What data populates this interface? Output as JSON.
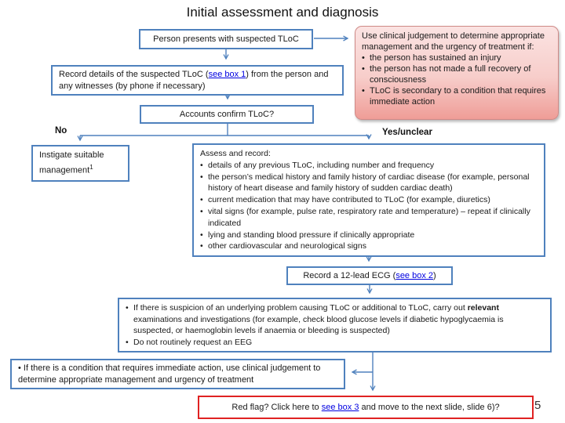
{
  "slide": {
    "title": "Initial assessment and diagnosis",
    "page_number": "5"
  },
  "colors": {
    "box_border": "#4f81bd",
    "link": "#0000e0",
    "alert_border": "#e02222",
    "callout_border": "#cf8a87",
    "callout_top": "#fbe3e2",
    "callout_bottom": "#ef9d97",
    "text": "#1a1a1a"
  },
  "chars": {
    "bullet": "•"
  },
  "labels": {
    "no": "No",
    "yes": "Yes/unclear"
  },
  "boxes": {
    "person": {
      "text": "Person presents with suspected TLoC"
    },
    "callout": {
      "intro": "Use clinical judgement to determine appropriate management and the urgency of treatment  if:",
      "bullets": [
        "the person has sustained an injury",
        "the person has not made a full recovery of consciousness",
        "TLoC is secondary to a condition that requires immediate action"
      ]
    },
    "record_details": {
      "pre": "Record details of the suspected TLoC (",
      "link": "see box 1",
      "post": ") from the person and any witnesses (by phone if necessary)"
    },
    "accounts": {
      "text": "Accounts confirm TLoC?"
    },
    "instigate": {
      "text": "Instigate suitable management",
      "sup": "1"
    },
    "assess": {
      "heading": "Assess and record:",
      "bullets": [
        "details of any previous TLoC, including number and frequency",
        "the person’s medical history and family history of cardiac disease (for example, personal history of heart disease and family history of sudden cardiac death)",
        "current medication that may have contributed to TLoC (for example, diuretics)",
        "vital signs (for example, pulse rate, respiratory rate and temperature) – repeat if clinically indicated",
        "lying and standing blood pressure if clinically appropriate",
        "other cardiovascular and neurological signs"
      ]
    },
    "ecg": {
      "pre": "Record a 12-lead ECG (",
      "link": "see box 2",
      "post": ")"
    },
    "suspicion": {
      "bullet1": {
        "pre": "If there is suspicion of an underlying problem causing TLoC or additional to TLoC, carry out ",
        "bold": "relevant",
        "post": " examinations and investigations (for example, check blood glucose levels if diabetic hypoglycaemia is suspected, or haemoglobin levels if anaemia or bleeding is suspected)"
      },
      "bullet2": "Do not routinely request an EEG"
    },
    "condition": {
      "text": "If there is a condition that requires immediate action, use clinical judgement to determine appropriate management and urgency of treatment"
    },
    "red_flag": {
      "pre": "Red flag? Click here to ",
      "link": "see box 3",
      "post": " and move to the next slide, slide 6)?"
    }
  }
}
